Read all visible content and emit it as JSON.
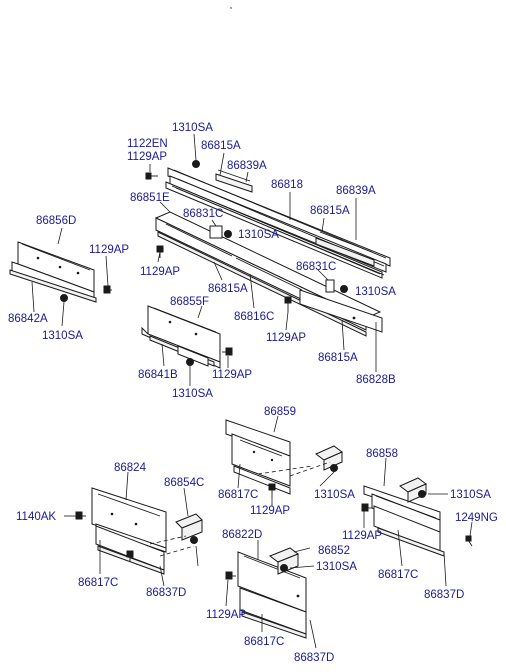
{
  "labels": {
    "l1310SA_top": "1310SA",
    "l1122EN": "1122EN",
    "l1129AP_top": "1129AP",
    "l86815A_top": "86815A",
    "l86839A_top": "86839A",
    "l86818": "86818",
    "l86839A_right": "86839A",
    "l86851E": "86851E",
    "l86815A_right": "86815A",
    "l86831C_a": "86831C",
    "l1310SA_a": "1310SA",
    "l86856D": "86856D",
    "l1129AP_b": "1129AP",
    "l1129AP_c": "1129AP",
    "l86831C_b": "86831C",
    "l86815A_mid": "86815A",
    "l1310SA_b": "1310SA",
    "l86855F": "86855F",
    "l86842A": "86842A",
    "l1310SA_c": "1310SA",
    "l86816C": "86816C",
    "l1129AP_d": "1129AP",
    "l86815A_bot": "86815A",
    "l86841B": "86841B",
    "l1129AP_e": "1129AP",
    "l86828B": "86828B",
    "l1310SA_d": "1310SA",
    "l86859": "86859",
    "l86858": "86858",
    "l86824": "86824",
    "l86817C_a": "86817C",
    "l1310SA_e": "1310SA",
    "l86854C": "86854C",
    "l1129AP_f": "1129AP",
    "l1310SA_f": "1310SA",
    "l1140AK": "1140AK",
    "l1129AP_g": "1129AP",
    "l1249NG": "1249NG",
    "l86822D": "86822D",
    "l86852": "86852",
    "l86817C_b": "86817C",
    "l1310SA_g": "1310SA",
    "l86817C_c": "86817C",
    "l86837D_a": "86837D",
    "l86837D_b": "86837D",
    "l1129AP_h": "1129AP",
    "l86817C_d": "86817C",
    "l86837D_c": "86837D"
  }
}
